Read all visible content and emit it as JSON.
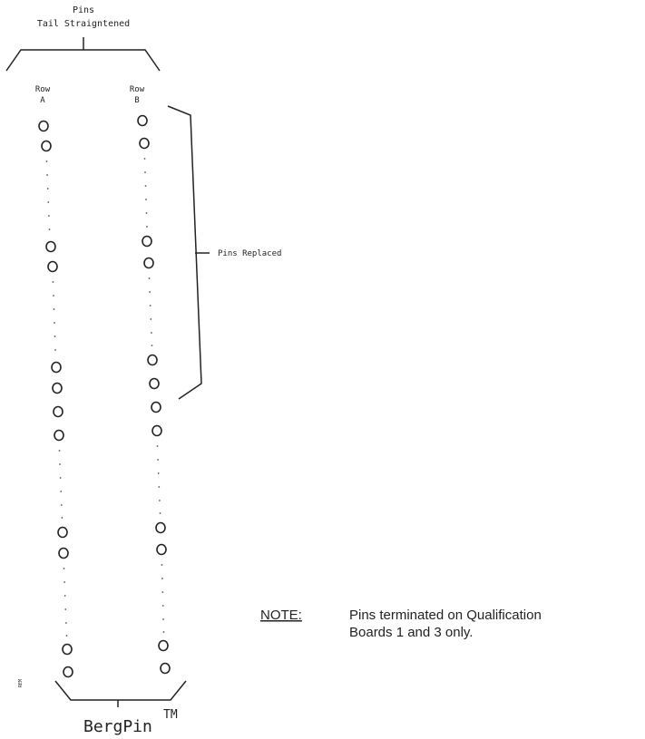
{
  "labels": {
    "top_line1": "Pins",
    "top_line2": "Tail Straigntened",
    "row_a_line1": "Row",
    "row_a_line2": "A",
    "row_b_line1": "Row",
    "row_b_line2": "B",
    "pins_replaced": "Pins Replaced",
    "bottom_brand": "BergPin",
    "trademark": "TM",
    "side_mark": "REM",
    "note_label": "NOTE:",
    "note_line1": "Pins terminated on Qualification",
    "note_line2": "Boards 1 and 3 only."
  }
}
